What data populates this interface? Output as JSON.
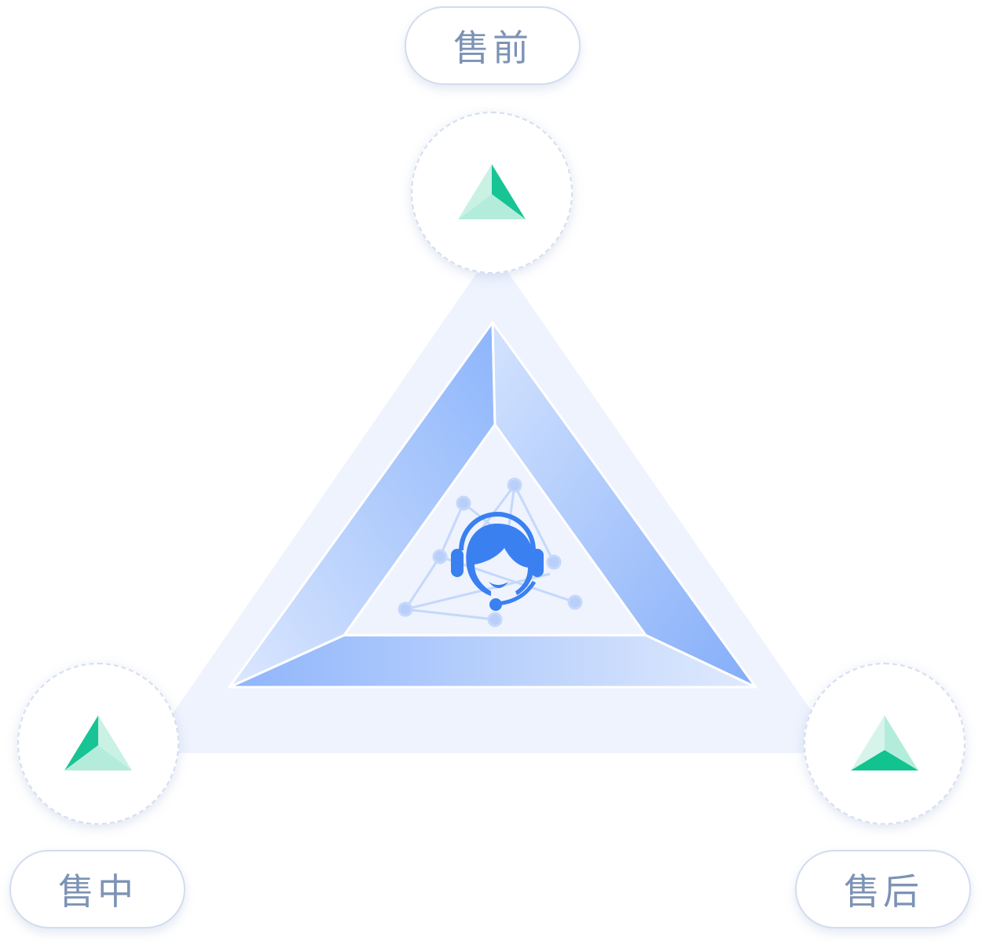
{
  "stages": [
    {
      "label": "售前"
    },
    {
      "label": "售中"
    },
    {
      "label": "售后"
    }
  ],
  "colors": {
    "outer_triangle": "#eef3fe",
    "inner_blue_dark": "#8bb3fb",
    "inner_blue_light": "#d3e2fd",
    "agent_icon": "#3a80f0",
    "pyramid_green": "#10c38f",
    "label_text": "#7d93b5"
  },
  "center_icon": "customer-service-agent-icon"
}
